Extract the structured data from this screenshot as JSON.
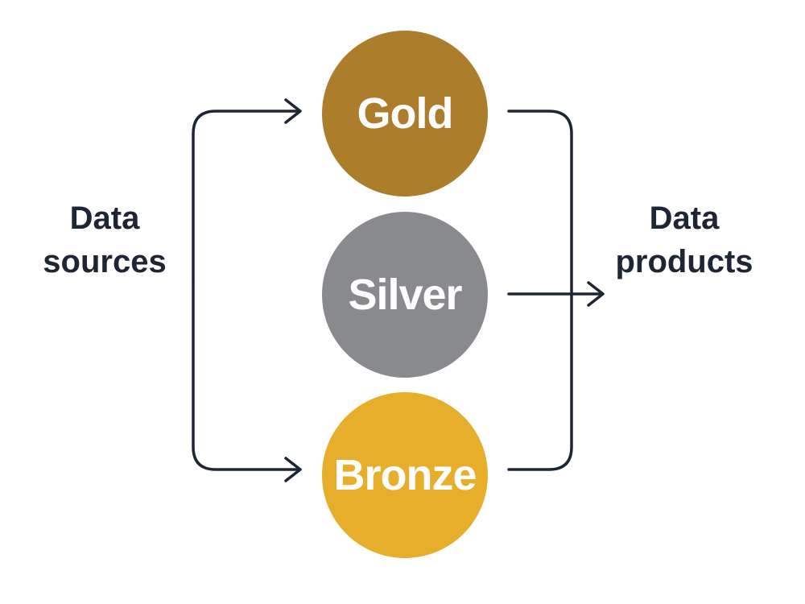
{
  "sources": {
    "line1": "Data",
    "line2": "sources"
  },
  "products": {
    "line1": "Data",
    "line2": "products"
  },
  "nodes": {
    "gold": {
      "label": "Gold",
      "color": "#ac7d2a"
    },
    "silver": {
      "label": "Silver",
      "color": "#898a8e"
    },
    "bronze": {
      "label": "Bronze",
      "color": "#e6ae2b"
    }
  },
  "colors": {
    "text": "#1e2636",
    "arrow": "#1e2636",
    "background": "#ffffff"
  }
}
